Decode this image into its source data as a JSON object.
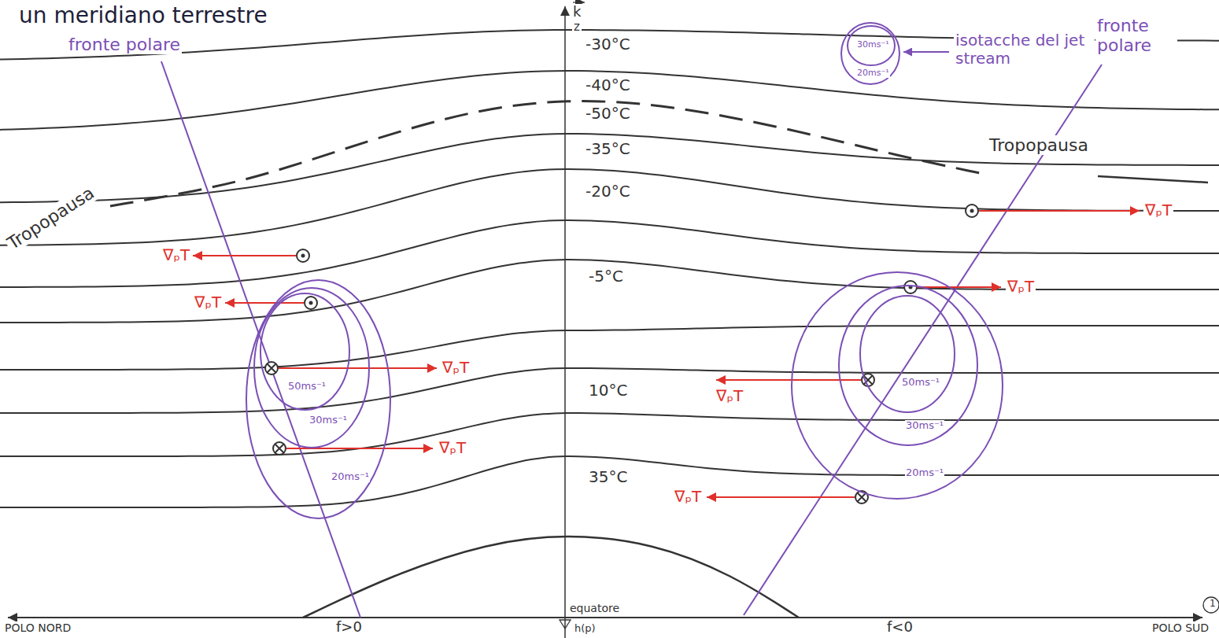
{
  "diagram": {
    "nodes": [
      {
        "text": [
          "20ms⁻¹"
        ]
      },
      {
        "text": [
          "30ms⁻¹"
        ],
        "in": 0
      },
      {
        "text": [
          "20ms⁻¹"
        ]
      },
      {
        "text": [
          "30ms⁻¹"
        ],
        "in": 2
      },
      {
        "text": [
          "50ms⁻¹"
        ],
        "in": 3
      },
      {
        "text": [
          "20ms⁻¹"
        ]
      },
      {
        "text": [
          "30ms⁻¹"
        ],
        "in": 5
      },
      {
        "text": [
          "50ms⁻¹"
        ],
        "in": 6
      }
    ],
    "labels": [
      "un meridiano terrestre",
      "k",
      "z",
      "isotacche del jet stream",
      "fronte polare",
      "fronte polare",
      "-30°C",
      "-40°C",
      "-50°C",
      "-35°C",
      "-20°C",
      "-5°C",
      "10°C",
      "35°C",
      "Tropopausa",
      "Tropopausa",
      "∇ₚT",
      "∇ₚT",
      "∇ₚT",
      "∇ₚT",
      "∇ₚT",
      "∇ₚT",
      "∇ₚT",
      "∇ₚT",
      "POLO NORD",
      "f>0",
      "equatore",
      "h(p)",
      "f<0",
      "POLO SUD",
      "1"
    ]
  }
}
